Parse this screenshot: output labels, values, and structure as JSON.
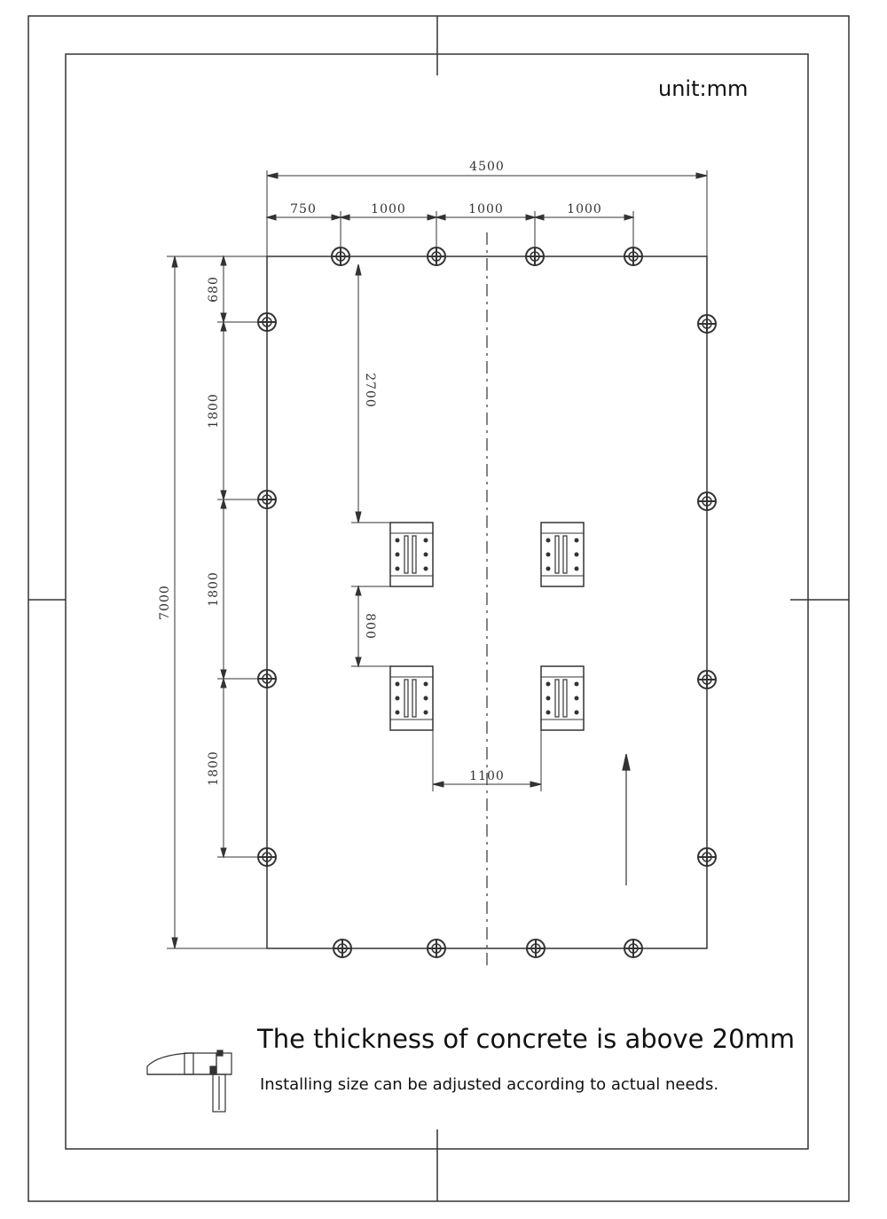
{
  "unit_label": "unit:mm",
  "dimensions": {
    "overall_width": "4500",
    "top_750": "750",
    "top_1000_a": "1000",
    "top_1000_b": "1000",
    "top_1000_c": "1000",
    "overall_height": "7000",
    "left_680": "680",
    "left_1800_a": "1800",
    "left_1800_b": "1800",
    "left_1800_c": "1800",
    "inner_2700": "2700",
    "inner_800": "800",
    "inner_1100": "1100"
  },
  "captions": {
    "thickness": "The thickness of concrete is above 20mm",
    "install": "Installing size can be adjusted according to actual needs."
  },
  "colors": {
    "line": "#333333",
    "paper": "#ffffff"
  }
}
